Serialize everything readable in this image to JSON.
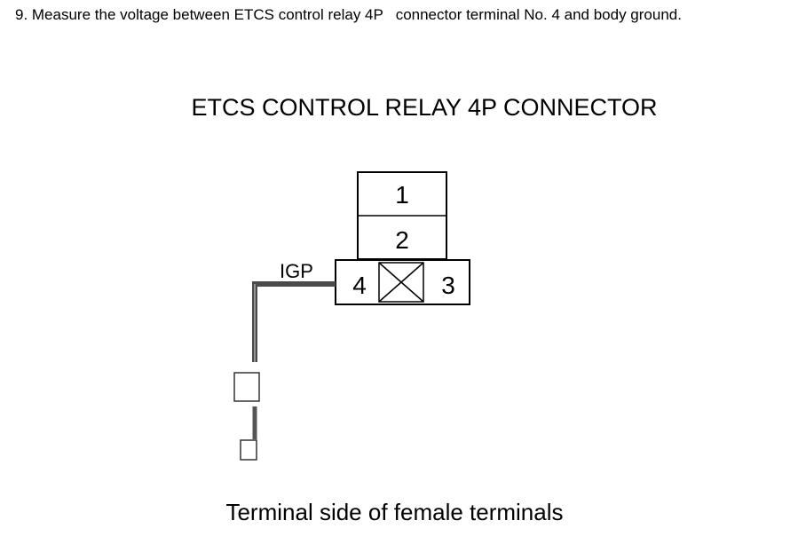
{
  "instruction": "9. Measure the voltage between ETCS control relay 4P   connector terminal No. 4 and body ground.",
  "diagram": {
    "title": "ETCS CONTROL RELAY 4P CONNECTOR",
    "terminals": [
      {
        "number": "1"
      },
      {
        "number": "2"
      },
      {
        "number": "4"
      },
      {
        "number": "3"
      }
    ],
    "wire_label": "IGP",
    "caption": "Terminal side of female terminals",
    "colors": {
      "wire": "#4a4a4a",
      "probe_wire": "#555555",
      "probe_outline": "#333333",
      "line": "#000000"
    }
  }
}
